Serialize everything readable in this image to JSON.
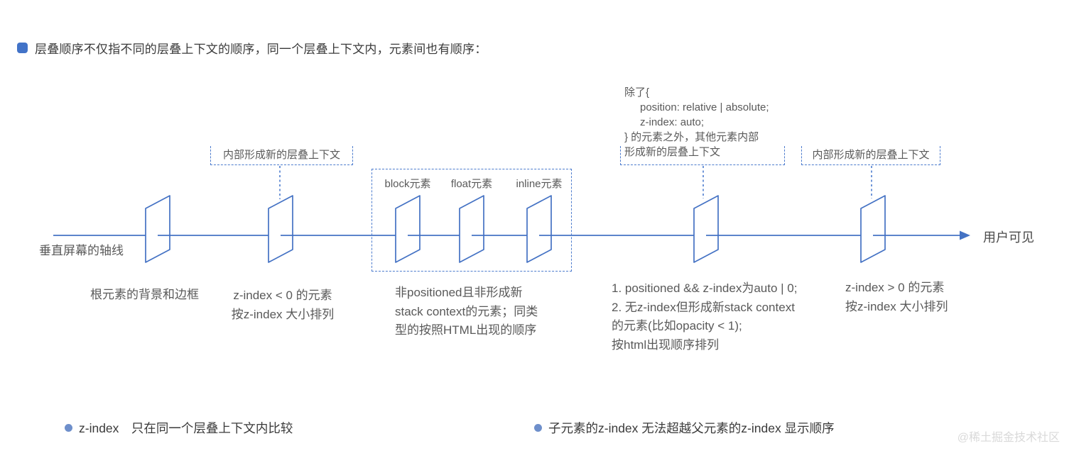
{
  "colors": {
    "accent_blue": "#4472C4",
    "dashed_blue": "#4d7cce",
    "note_dot_blue": "#6E8FCB",
    "text_dark": "#3a3a3a",
    "text_gray": "#595959",
    "watermark_gray": "#d9d9d9"
  },
  "title": {
    "text": "层叠顺序不仅指不同的层叠上下文的顺序，同一个层叠上下文内，元素间也有顺序："
  },
  "diagram": {
    "axis_label": "垂直屏幕的轴线",
    "end_label": "用户可见",
    "callouts": {
      "negative_context": "内部形成新的层叠上下文",
      "positive_context": "内部形成新的层叠上下文",
      "exception_lines": [
        "除了{",
        "position: relative | absolute;",
        "z-index: auto;",
        "} 的元素之外，其他元素内部",
        "形成新的层叠上下文"
      ]
    },
    "middle_box_labels": [
      "block元素",
      "float元素",
      "inline元素"
    ],
    "layer_captions": {
      "root": "根元素的背景和边框",
      "negative": [
        "z-index < 0 的元素",
        "按z-index 大小排列"
      ],
      "normal_flow": [
        "非positioned且非形成新",
        "stack context的元素；同类",
        "型的按照HTML出现的顺序"
      ],
      "positioned": [
        "1. positioned && z-index为auto | 0;",
        "2. 无z-index但形成新stack context",
        "的元素(比如opacity < 1);",
        "按html出现顺序排列"
      ],
      "positive": [
        "z-index > 0 的元素",
        "按z-index 大小排列"
      ]
    }
  },
  "notes": [
    "z-index　只在同一个层叠上下文内比较",
    "子元素的z-index 无法超越父元素的z-index 显示顺序"
  ],
  "watermark": "@稀土掘金技术社区"
}
